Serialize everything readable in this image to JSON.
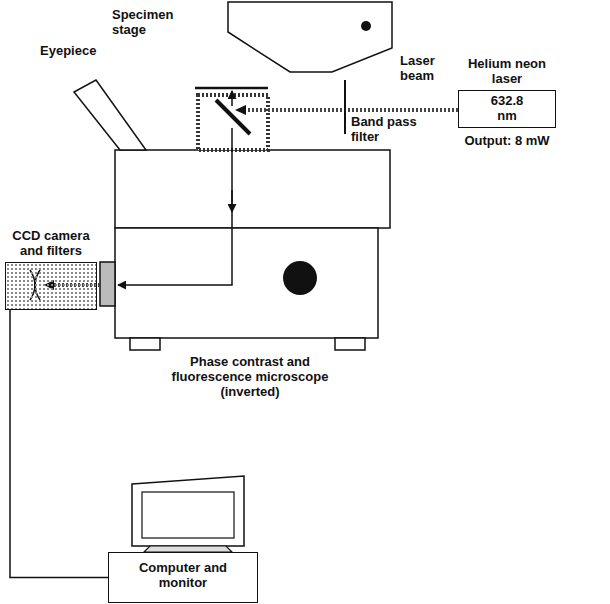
{
  "diagram": {
    "nodes": [
      {
        "text": [
          "Helium neon laser",
          "632.8 nm"
        ]
      },
      {
        "text": [
          "CCD camera and filters"
        ]
      },
      {
        "text": [
          "Computer and monitor"
        ]
      }
    ],
    "edges": [
      {
        "from": 1,
        "to": 2,
        "arrow": "none"
      }
    ],
    "labels": [
      "Specimen stage",
      "Eyepiece",
      "Laser beam",
      "Band pass filter",
      "Output: 8 mW",
      "Phase contrast and fluorescence microscope (inverted)"
    ]
  }
}
